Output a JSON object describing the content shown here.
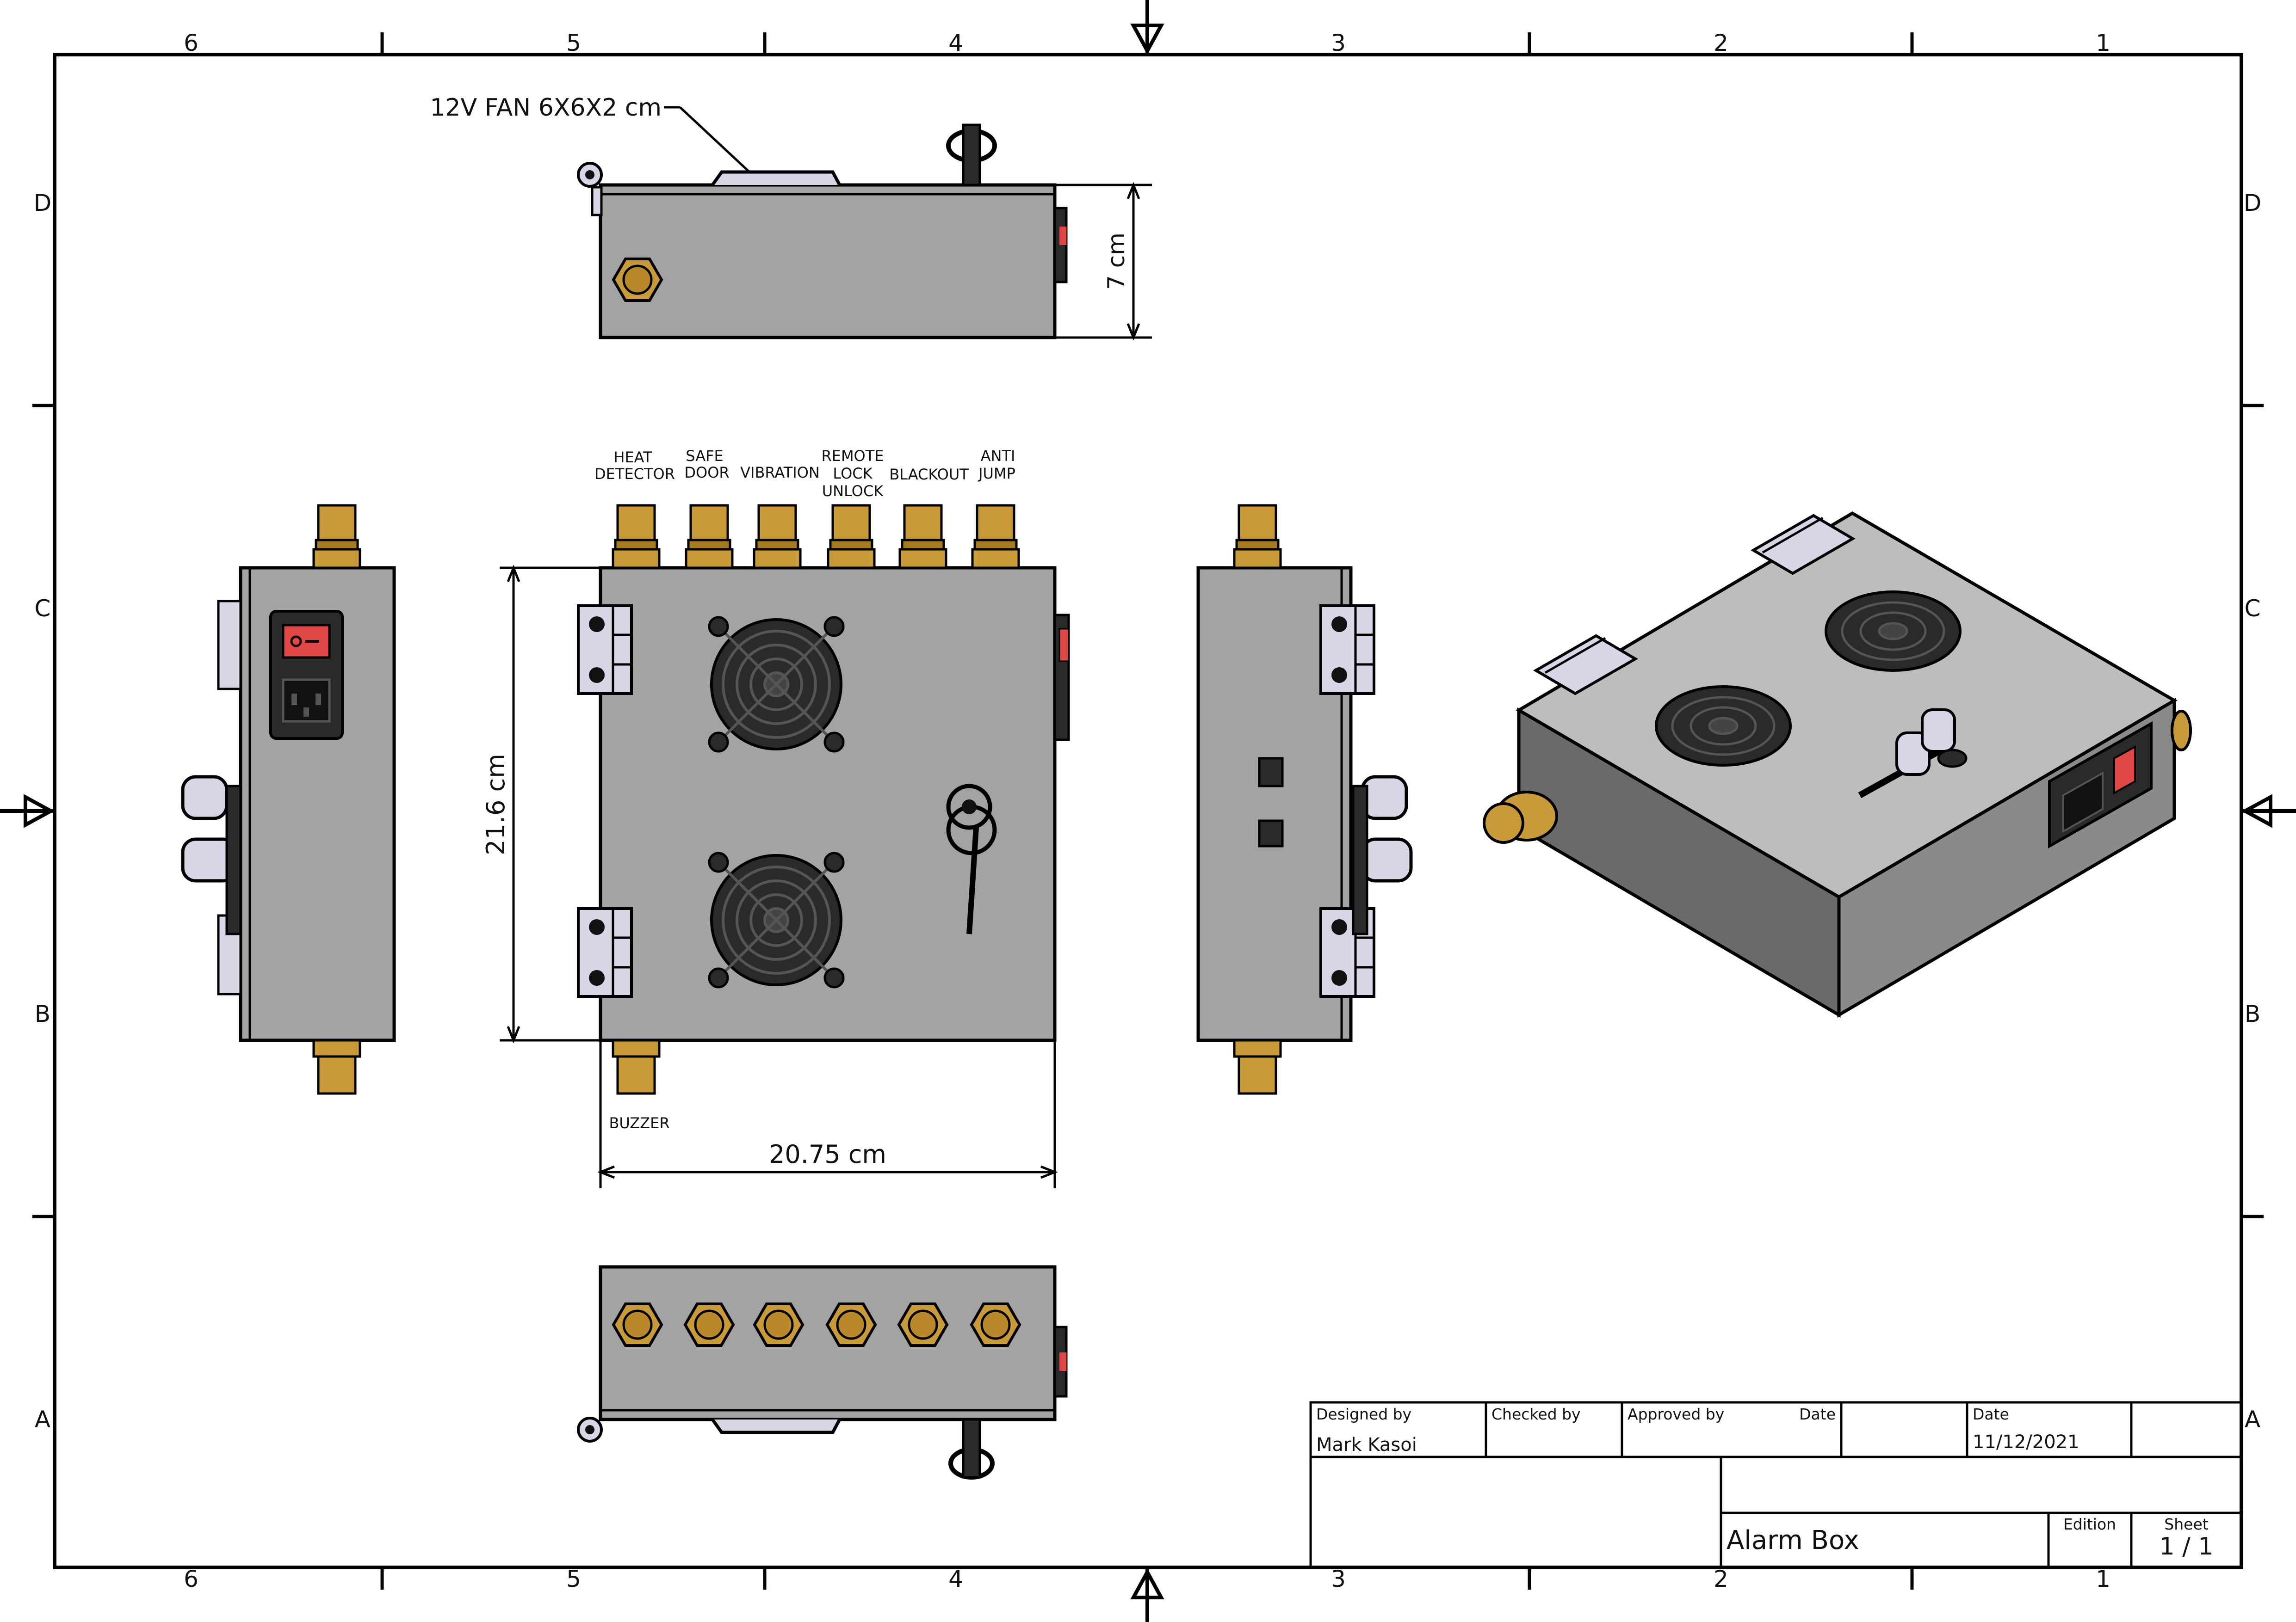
{
  "drawing": {
    "fan_note": "12V FAN 6X6X2 cm",
    "dims": {
      "height": "7 cm",
      "length": "21.6 cm",
      "width": "20.75 cm"
    },
    "ports": [
      {
        "id": "heat",
        "lines": [
          "HEAT",
          "DETECTOR"
        ]
      },
      {
        "id": "safe",
        "lines": [
          "SAFE",
          "DOOR"
        ]
      },
      {
        "id": "vib",
        "lines": [
          "VIBRATION"
        ]
      },
      {
        "id": "remote",
        "lines": [
          "REMOTE",
          "LOCK",
          "UNLOCK"
        ]
      },
      {
        "id": "blackout",
        "lines": [
          "BLACKOUT"
        ]
      },
      {
        "id": "antijump",
        "lines": [
          "ANTI",
          "JUMP"
        ]
      }
    ],
    "buzzer": "BUZZER"
  },
  "grid": {
    "columns": [
      "6",
      "5",
      "4",
      "3",
      "2",
      "1"
    ],
    "rows": [
      "D",
      "C",
      "B",
      "A"
    ]
  },
  "title_block": {
    "designed_by_label": "Designed by",
    "designed_by": "Mark Kasoi",
    "checked_by_label": "Checked by",
    "approved_by_label": "Approved by",
    "date_label_1": "Date",
    "date_label_2": "Date",
    "date": "11/12/2021",
    "title": "Alarm Box",
    "edition_label": "Edition",
    "sheet_label": "Sheet",
    "sheet": "1 / 1"
  },
  "colors": {
    "body": "#a3a3a3",
    "brass": "#c89a3a",
    "hinge": "#d6d6e6",
    "switch_red": "#e04848",
    "iso_top": "#bdbdbd",
    "iso_front": "#6a6a6a",
    "iso_side": "#8a8a8a"
  }
}
